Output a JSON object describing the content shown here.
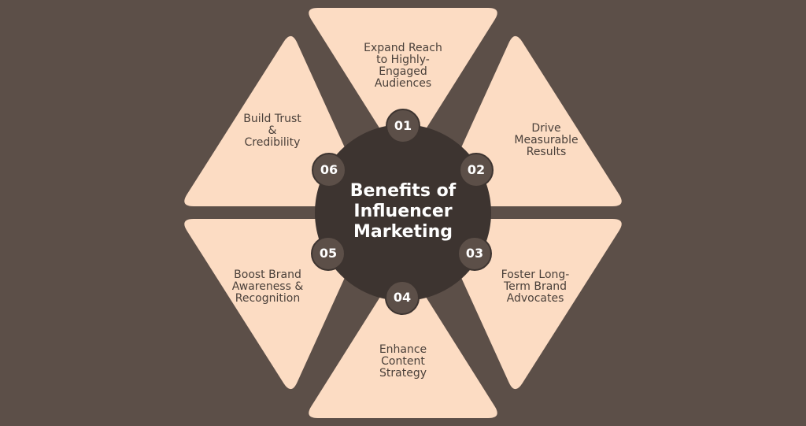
{
  "diagram": {
    "title": "Benefits of\nInfluencer\nMarketing",
    "colors": {
      "background": "#5c4f48",
      "segment_fill": "#fcdcc3",
      "hub_fill": "#3d3430",
      "badge_fill": "#5c4f48",
      "text_dark": "#4a403a",
      "text_light": "#ffffff"
    },
    "segments": [
      {
        "number": "01",
        "label": "Expand Reach\nto Highly-\nEngaged\nAudiences"
      },
      {
        "number": "02",
        "label": "Drive\nMeasurable\nResults"
      },
      {
        "number": "03",
        "label": "Foster Long-\nTerm Brand\nAdvocates"
      },
      {
        "number": "04",
        "label": "Enhance\nContent\nStrategy"
      },
      {
        "number": "05",
        "label": "Boost Brand\nAwareness &\nRecognition"
      },
      {
        "number": "06",
        "label": "Build Trust\n&\nCredibility"
      }
    ]
  }
}
